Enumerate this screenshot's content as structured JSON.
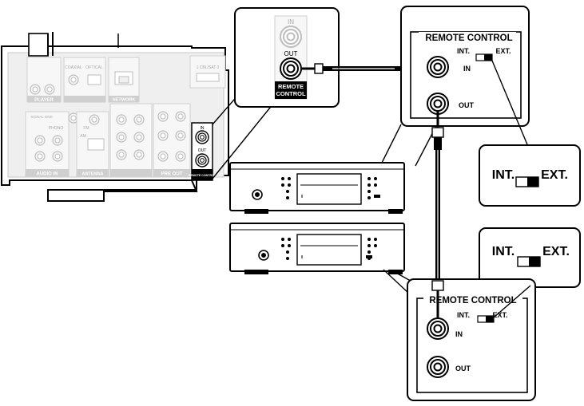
{
  "receiver": {
    "labels": {
      "phono": "PHONO",
      "audio_in": "AUDIO IN",
      "antenna": "ANTENNA",
      "network": "NETWORK",
      "pre_out": "PRE OUT",
      "coaxial": "COAXIAL",
      "optical": "OPTICAL",
      "cbl_sat": "1 CBL/SAT 2",
      "player": "PLAYER",
      "signal_gnd": "SIGNAL GND",
      "am": "AM",
      "fm": "FM",
      "in": "IN",
      "out": "OUT",
      "remote_control": "REMOTE CONTROL"
    }
  },
  "zoom_receiver_jack": {
    "in_label": "IN",
    "out_label": "OUT",
    "block_label_line1": "REMOTE",
    "block_label_line2": "CONTROL"
  },
  "panel_top": {
    "title": "REMOTE CONTROL",
    "int_label": "INT.",
    "ext_label": "EXT.",
    "in_label": "IN",
    "out_label": "OUT"
  },
  "panel_bottom": {
    "title": "REMOTE CONTROL",
    "int_label": "INT.",
    "ext_label": "EXT.",
    "in_label": "IN",
    "out_label": "OUT"
  },
  "switch_callout_top": {
    "int_label": "INT.",
    "ext_label": "EXT.",
    "position": "EXT."
  },
  "switch_callout_bottom": {
    "int_label": "INT.",
    "ext_label": "EXT.",
    "position": "EXT."
  }
}
